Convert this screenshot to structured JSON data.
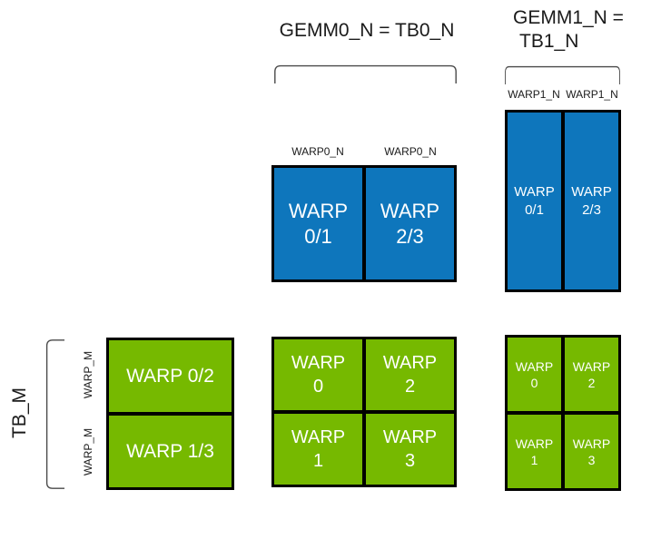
{
  "colors": {
    "blue": "#0E76BC",
    "green": "#76B900",
    "black": "#000000",
    "text_dark": "#1A1A1A",
    "text_light": "#FFFFFF",
    "bracket": "#4A4A4A",
    "background": "#FFFFFF"
  },
  "header": {
    "gemm0_label": "GEMM0_N = TB0_N",
    "gemm1_label_line1": "GEMM1_N =",
    "gemm1_label_line2": "TB1_N"
  },
  "axis_labels": {
    "tb_m": "TB_M",
    "warp_m_top": "WARP_M",
    "warp_m_bottom": "WARP_M",
    "warp0_n_left": "WARP0_N",
    "warp0_n_right": "WARP0_N",
    "warp1_n_left": "WARP1_N",
    "warp1_n_right": "WARP1_N"
  },
  "blocks": {
    "gemm0_b_tile": {
      "cells": [
        {
          "line1": "WARP",
          "line2": "0/1"
        },
        {
          "line1": "WARP",
          "line2": "2/3"
        }
      ]
    },
    "gemm1_b_tile": {
      "cells": [
        {
          "line1": "WARP",
          "line2": "0/1"
        },
        {
          "line1": "WARP",
          "line2": "2/3"
        }
      ]
    },
    "a_tile": {
      "cells": [
        {
          "label": "WARP 0/2"
        },
        {
          "label": "WARP 1/3"
        }
      ]
    },
    "gemm0_c_tile": {
      "cells": [
        {
          "line1": "WARP",
          "line2": "0"
        },
        {
          "line1": "WARP",
          "line2": "2"
        },
        {
          "line1": "WARP",
          "line2": "1"
        },
        {
          "line1": "WARP",
          "line2": "3"
        }
      ]
    },
    "gemm1_c_tile": {
      "cells": [
        {
          "line1": "WARP",
          "line2": "0"
        },
        {
          "line1": "WARP",
          "line2": "2"
        },
        {
          "line1": "WARP",
          "line2": "1"
        },
        {
          "line1": "WARP",
          "line2": "3"
        }
      ]
    }
  }
}
